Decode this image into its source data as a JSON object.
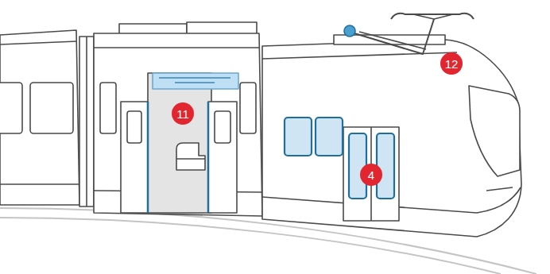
{
  "diagram": {
    "labels": [
      "12",
      "11",
      "4"
    ]
  }
}
